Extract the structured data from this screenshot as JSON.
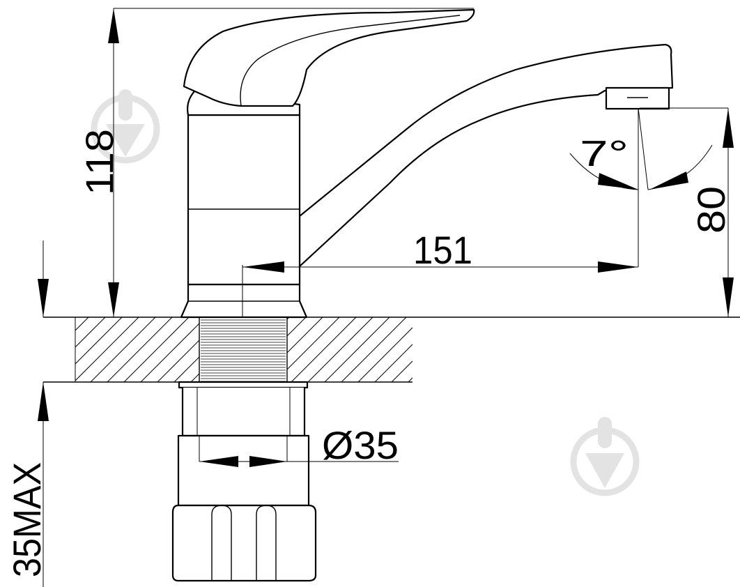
{
  "dimensions": {
    "height_total": "118",
    "spout_reach": "151",
    "spout_height": "80",
    "spout_angle": "7°",
    "thread_diameter": "Ø35",
    "max_mounting_thickness": "35MAX"
  },
  "watermark_icon": "faucet-drop-icon"
}
